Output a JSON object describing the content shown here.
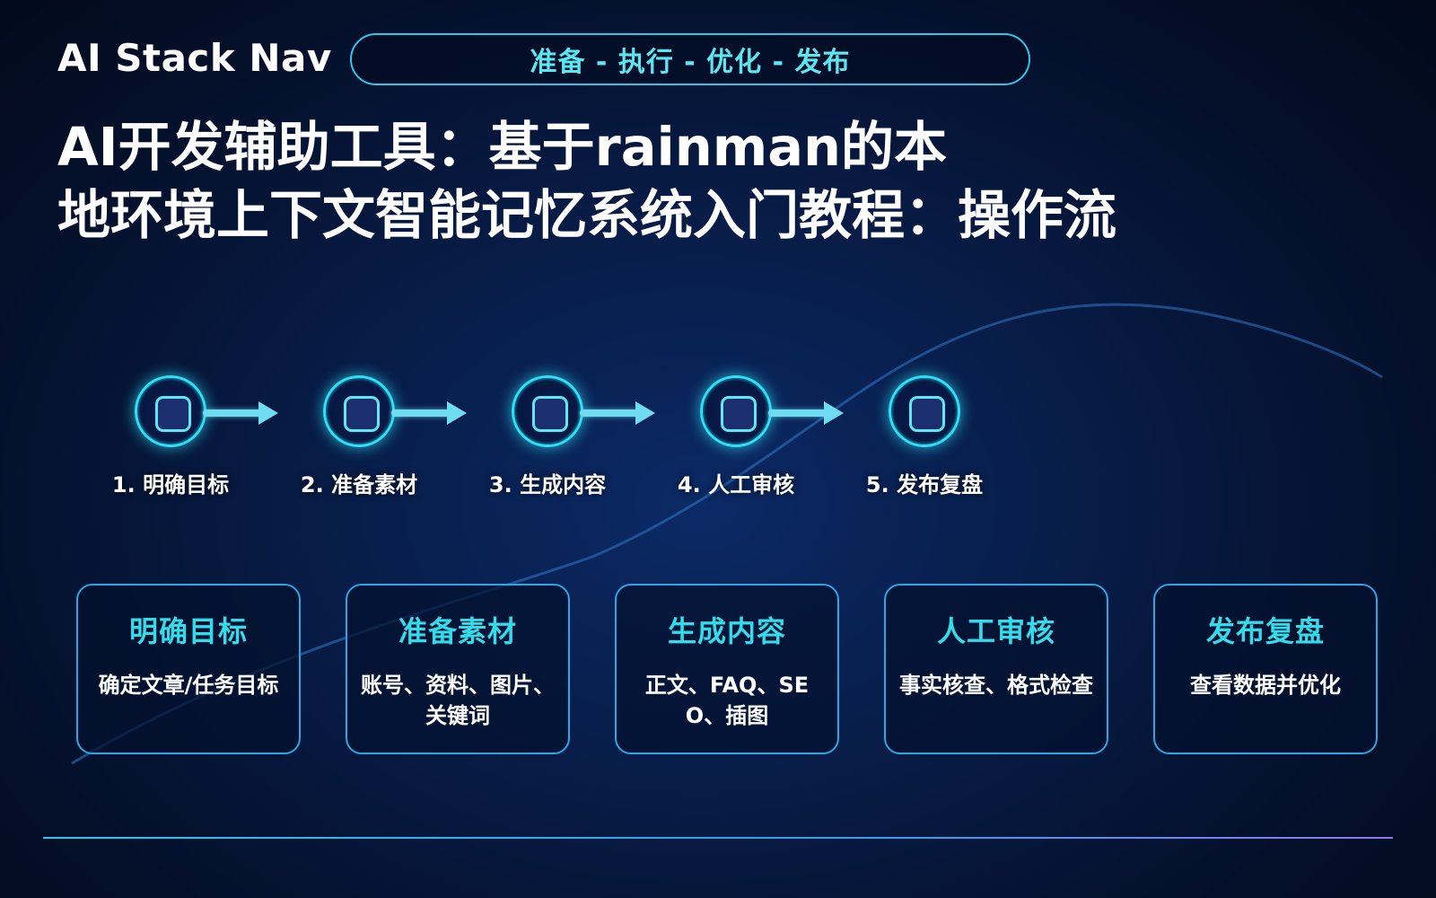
{
  "brand": "AI Stack Nav",
  "tagline": "准备 - 执行 - 优化 - 发布",
  "title_lines": [
    "AI开发辅助工具：基于rainman的本",
    "地环境上下文智能记忆系统入门教程：操作流"
  ],
  "steps": [
    {
      "label": "1. 明确目标"
    },
    {
      "label": "2. 准备素材"
    },
    {
      "label": "3. 生成内容"
    },
    {
      "label": "4. 人工审核"
    },
    {
      "label": "5. 发布复盘"
    }
  ],
  "cards": [
    {
      "title": "明确目标",
      "desc": "确定文章/任务目标"
    },
    {
      "title": "准备素材",
      "desc": "账号、资料、图片、关键词"
    },
    {
      "title": "生成内容",
      "desc": "正文、FAQ、SEO、插图"
    },
    {
      "title": "人工审核",
      "desc": "事实核查、格式检查"
    },
    {
      "title": "发布复盘",
      "desc": "查看数据并优化"
    }
  ],
  "colors": {
    "accent_cyan": "#2ee0f5",
    "card_title": "#35dbe8",
    "card_border": "#2aa7e6",
    "background": "#071a42"
  },
  "icons": {
    "step_icon": "rounded-square-icon",
    "connector": "arrow-right-icon"
  }
}
